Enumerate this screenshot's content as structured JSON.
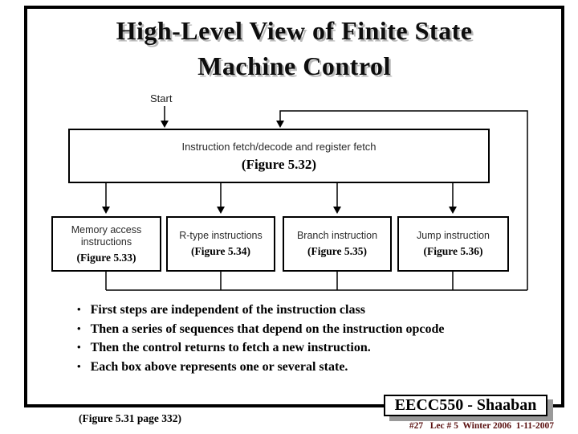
{
  "slide": {
    "title_line1": "High-Level View of Finite State",
    "title_line2": "Machine Control"
  },
  "diagram": {
    "start_label": "Start",
    "top_box": {
      "label": "Instruction fetch/decode and register fetch",
      "figure": "(Figure 5.32)"
    },
    "boxes": [
      {
        "label_line1": "Memory access",
        "label_line2": "instructions",
        "figure": "(Figure 5.33)"
      },
      {
        "label_line1": "R-type instructions",
        "figure": "(Figure 5.34)"
      },
      {
        "label_line1": "Branch instruction",
        "figure": "(Figure 5.35)"
      },
      {
        "label_line1": "Jump instruction",
        "figure": "(Figure 5.36)"
      }
    ]
  },
  "bullets": [
    "First steps are independent of the instruction class",
    "Then a series of sequences that depend on the instruction opcode",
    "Then the control returns to fetch a new instruction.",
    "Each box above represents one or several state."
  ],
  "footer": {
    "figure_ref": "(Figure 5.31 page 332)",
    "course_badge": "EECC550 - Shaaban",
    "lecture_info": "#27   Lec # 5  Winter 2006  1-11-2007"
  },
  "colors": {
    "frame_border": "#000000",
    "title_text": "#0d0d0d",
    "title_shadow": "#b8b8b8",
    "badge_shadow": "#9a9a9a",
    "lecture_info_text": "#5a1010",
    "diagram_label_text": "#2a2a2a"
  }
}
